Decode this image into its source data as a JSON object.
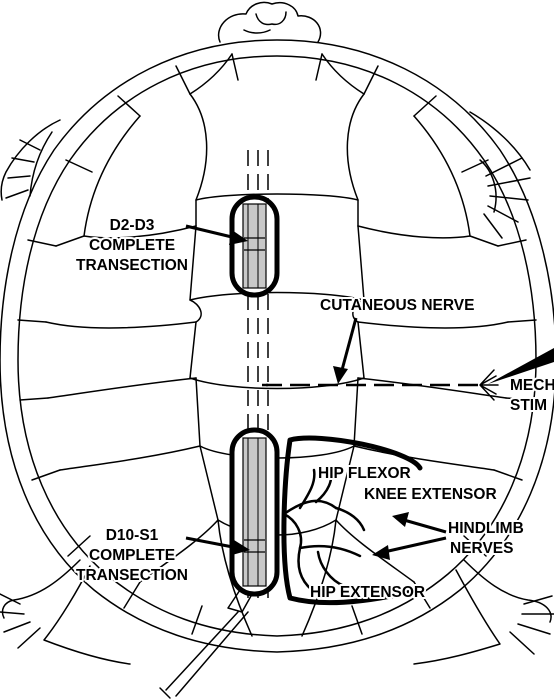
{
  "labels": {
    "d2d3_line1": "D2-D3",
    "d2d3_line2": "COMPLETE",
    "d2d3_line3": "TRANSECTION",
    "cutaneous_nerve": "CUTANEOUS NERVE",
    "mech_line1": "MECH",
    "mech_line2": "STIM",
    "hip_flexor": "HIP FLEXOR",
    "knee_extensor": "KNEE EXTENSOR",
    "hindlimb_line1": "HINDLIMB",
    "hindlimb_line2": "NERVES",
    "d10s1_line1": "D10-S1",
    "d10s1_line2": "COMPLETE",
    "d10s1_line3": "TRANSECTION",
    "hip_extensor": "HIP EXTENSOR"
  },
  "colors": {
    "stroke": "#000000",
    "cord_fill": "#c8c8c8",
    "background": "#ffffff"
  }
}
